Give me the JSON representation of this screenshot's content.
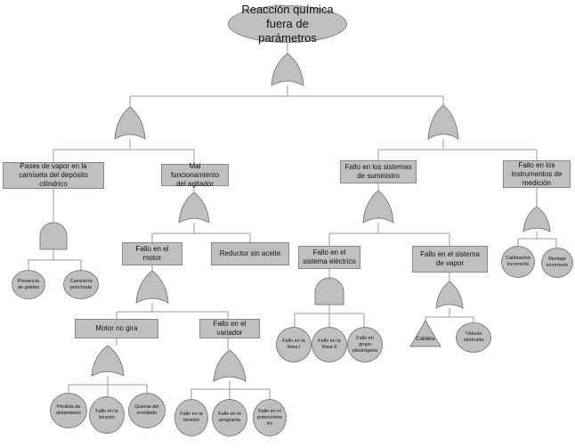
{
  "top_event": "Reacción química fuera de parámetros",
  "intermediate_events": {
    "vapor_camisa": "Pases de vapor en la camiseta del depósito cilíndrico",
    "agitador": "Mal funcionamiento del agitador",
    "suministro": "Fallo en los sistemas de suministro",
    "instrumentos": "Fallo en los instrumentos de medición",
    "motor": "Fallo en el motor",
    "reductor": "Reductor sin aceite",
    "electrico": "Fallo en el sistema eléctrico",
    "vapor": "Fallo en el sistema de vapor",
    "motor_no_gira": "Motor no gira",
    "variador": "Fallo en el variador"
  },
  "basic_events": {
    "grietas": "Presencia de grietas",
    "camisa_ponchada": "Camisería ponchada",
    "calibracion": "Calibración incorrecta",
    "montaje": "Montaje incorrecto",
    "linea1": "Fallo en la línea I",
    "linea2": "Fallo en la línea II",
    "grupo": "Fallo en grupo electrógeno",
    "valvula": "Válvula obstruida",
    "aislamiento": "Pérdida de aislamiento",
    "tension_motor": "Fallo en la tensión",
    "enrollado": "Quema del enrollado",
    "tension_var": "Fallo en la tensión",
    "programa": "Fallo en el programa",
    "potenciometro": "Fallo en el potencióme tro"
  },
  "undeveloped_events": {
    "caldera": "Caldera"
  },
  "colors": {
    "fill": "#bfbfbf",
    "border": "#808080",
    "line": "#9a9a9a"
  },
  "gate_types": {
    "top": "or",
    "left_top": "or",
    "right_top": "or",
    "vapor_camisa": "and",
    "agitador": "or",
    "instrumentos": "or",
    "suministro": "or",
    "motor": "or",
    "electrico": "and",
    "vapor": "or",
    "motor_no_gira": "or",
    "variador": "or"
  }
}
